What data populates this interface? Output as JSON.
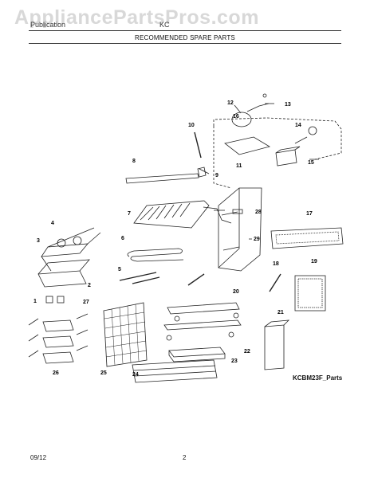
{
  "watermark": "AppliancePartsPros.com",
  "header": {
    "category": "Publication",
    "model_prefix": "KC",
    "title": "RECOMMENDED SPARE PARTS"
  },
  "diagram_code": "KCBM23F_Parts",
  "footer": {
    "date": "09/12",
    "page": "2"
  },
  "callouts": [
    "1",
    "2",
    "3",
    "4",
    "5",
    "6",
    "7",
    "8",
    "9",
    "10",
    "11",
    "12",
    "13",
    "14",
    "15",
    "16",
    "17",
    "18",
    "19",
    "20",
    "21",
    "22",
    "23",
    "24",
    "25",
    "26",
    "27",
    "28",
    "29"
  ]
}
